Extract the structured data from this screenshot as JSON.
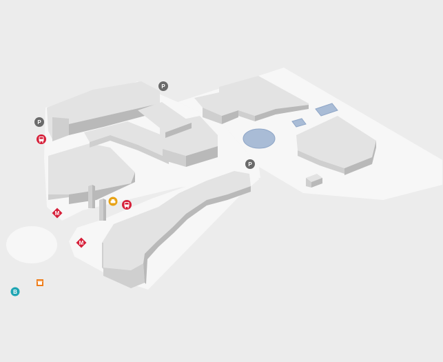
{
  "map": {
    "colors": {
      "background": "#ececec",
      "ground": "#f7f7f7",
      "building_top": "#e3e3e3",
      "building_left": "#cfcfcf",
      "building_right": "#b9b9b9",
      "water": "#a9bcd6",
      "water_stroke": "#8fa6c7"
    },
    "markers": {
      "parking": {
        "letter": "P",
        "color": "#6a6a6a",
        "icon": "parking-icon"
      },
      "bus": {
        "color": "#d6203a",
        "icon": "bus-icon"
      },
      "metro": {
        "letter": "M",
        "color": "#d6203a",
        "icon": "metro-icon"
      },
      "taxi": {
        "color": "#e8a317",
        "icon": "taxi-icon"
      },
      "bicycle": {
        "letter": "B",
        "color": "#1fa5b3",
        "icon": "bicycle-icon"
      },
      "shop": {
        "color": "#ee7d1a",
        "icon": "shop-icon"
      }
    }
  }
}
